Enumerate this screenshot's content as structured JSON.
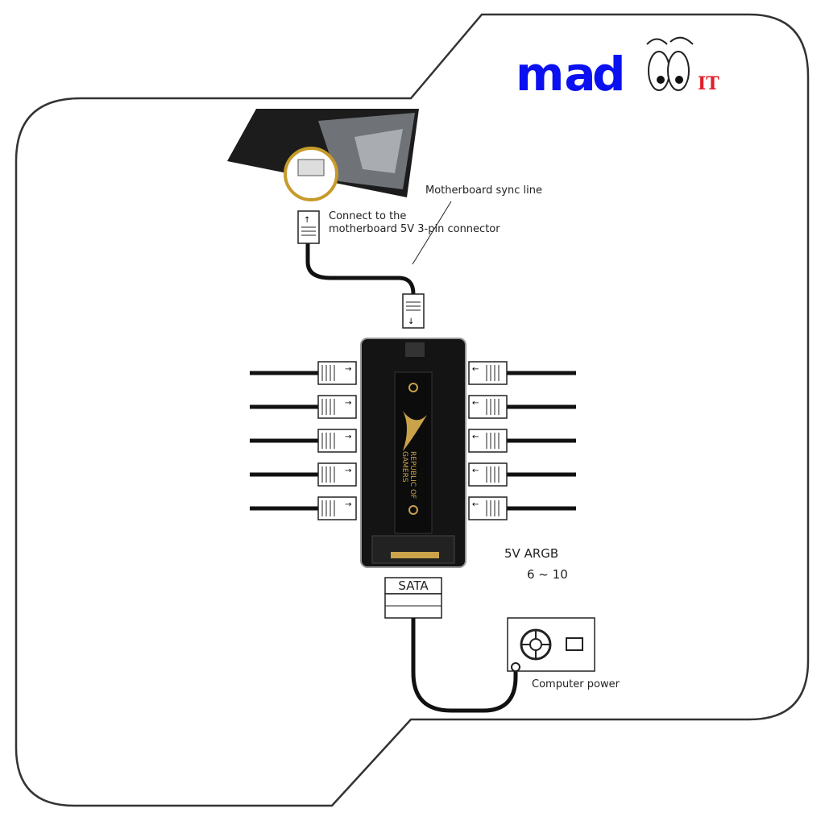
{
  "logo": {
    "part1": "ma",
    "part_a": "a",
    "part2": "d",
    "suffix": "IT",
    "blue": "#0a10f0",
    "red": "#e81c2a"
  },
  "labels": {
    "sync_line": "Motherboard sync line",
    "connect_line1": "Connect to the",
    "connect_line2": "motherboard 5V 3-pin connector",
    "argb": "5V ARGB",
    "argb_count": "6 ~ 10",
    "sata": "SATA",
    "computer_power": "Computer power"
  },
  "hub": {
    "brand_line1": "REPUBLIC OF",
    "brand_line2": "GAMERS",
    "ports_per_side": 5
  }
}
